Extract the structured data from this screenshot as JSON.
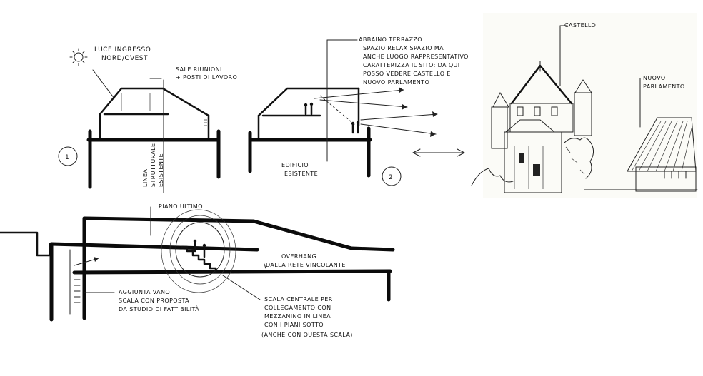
{
  "sketch_1": {
    "label_light": [
      "LUCE INGRESSO",
      "NORD/OVEST"
    ],
    "label_rooms": [
      "SALE RIUNIONI",
      "+ POSTI DI LAVORO"
    ],
    "label_line": [
      "LINEA",
      "STRUTTURALE",
      "ESISTENTE"
    ],
    "number": "1"
  },
  "sketch_2": {
    "label_terrace": [
      "ABBAINO TERRAZZO",
      "SPAZIO RELAX SPAZIO MA",
      "ANCHE LUOGO RAPPRESENTATIVO",
      "CARATTERIZZA IL SITO: DA QUI",
      "POSSO VEDERE CASTELLO E",
      "NUOVO PARLAMENTO"
    ],
    "label_existing": [
      "EDIFICIO",
      "ESISTENTE"
    ],
    "number": "2"
  },
  "view": {
    "label_castle": "CASTELLO",
    "label_parliament": [
      "NUOVO",
      "PARLAMENTO"
    ]
  },
  "section": {
    "label_floor": "PIANO ULTIMO",
    "label_overhang": [
      "OVERHANG",
      "DALLA RETE VINCOLANTE"
    ],
    "label_stair_left": [
      "AGGIUNTA VANO",
      "SCALA CON PROPOSTA",
      "DA STUDIO DI FATTIBILITÀ"
    ],
    "label_stair_center": [
      "SCALA CENTRALE PER",
      "COLLEGAMENTO CON",
      "MEZZANINO IN LINEA",
      "CON I PIANI SOTTO",
      "(ANCHE CON QUESTA SCALA)"
    ]
  }
}
